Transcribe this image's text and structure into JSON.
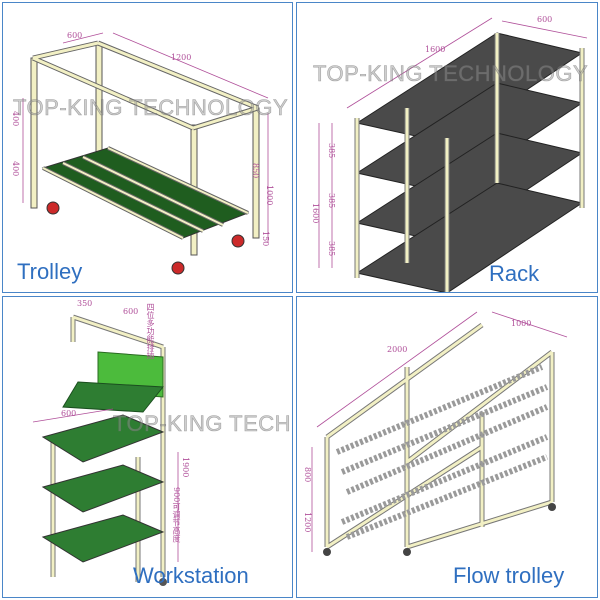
{
  "watermark": "TOP-KING TECHNOLOGY",
  "panels": [
    {
      "caption": "Trolley",
      "dims": {
        "width": "600",
        "length": "1200",
        "h1": "400",
        "h2": "400",
        "h3": "850",
        "h4": "1000",
        "h5": "150"
      }
    },
    {
      "caption": "Rack",
      "dims": {
        "width": "600",
        "length": "1600",
        "h1": "385",
        "h2": "385",
        "h3": "385",
        "total": "1600"
      }
    },
    {
      "caption": "Workstation",
      "dims": {
        "top": "350",
        "top2": "600",
        "title": "四位多功能排插",
        "w": "600",
        "h": "1900",
        "note": "900可调节高度"
      }
    },
    {
      "caption": "Flow trolley",
      "dims": {
        "width": "1000",
        "length": "2000",
        "h1": "800",
        "h2": "1200"
      }
    }
  ],
  "colors": {
    "accent": "#2f6fc0",
    "pipe": "#f2f0c4",
    "shelf_dark": "#3b3b3b",
    "shelf_green": "#2e7d32",
    "dimension": "#b0509a"
  }
}
